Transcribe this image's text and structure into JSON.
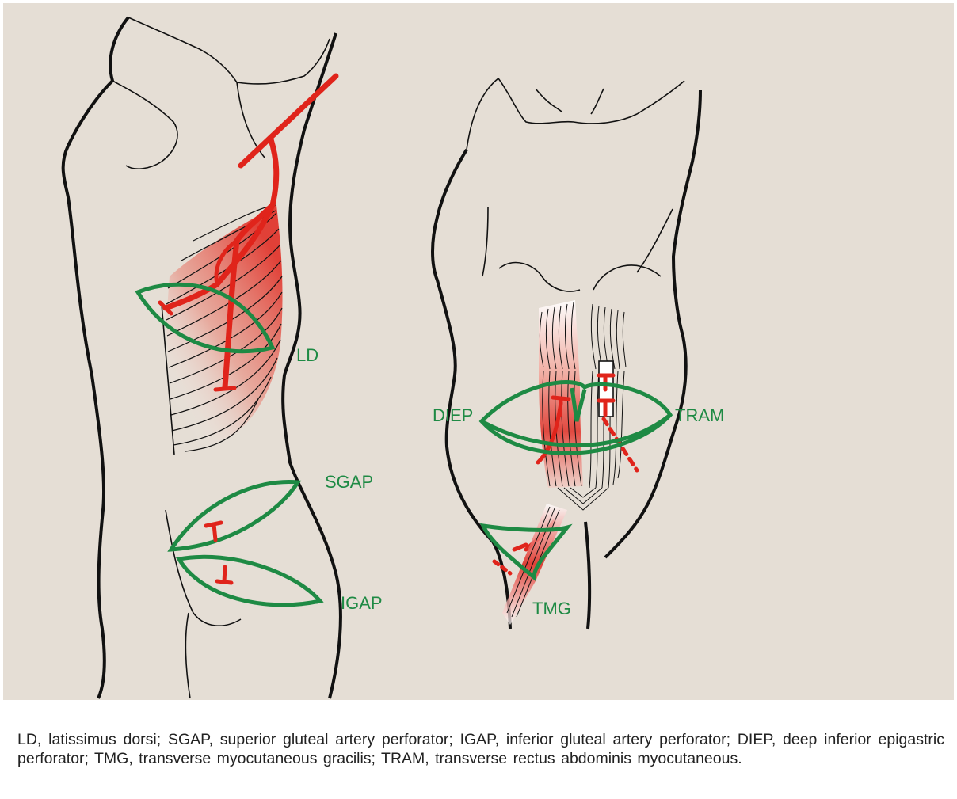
{
  "labels": {
    "ld": "LD",
    "sgap": "SGAP",
    "igap": "IGAP",
    "diep": "DIEP",
    "tram": "TRAM",
    "tmg": "TMG"
  },
  "caption": "LD, latissimus dorsi; SGAP, superior gluteal artery perforator; IGAP, inferior gluteal artery perforator; DIEP, deep inferior epigastric perforator; TMG, transverse myocutaneous gracilis; TRAM, transverse rectus abdominis myocutaneous.",
  "colors": {
    "background": "#e5ded5",
    "flap_outline": "#1e8a44",
    "vessel": "#e0241b",
    "outline": "#111111"
  }
}
